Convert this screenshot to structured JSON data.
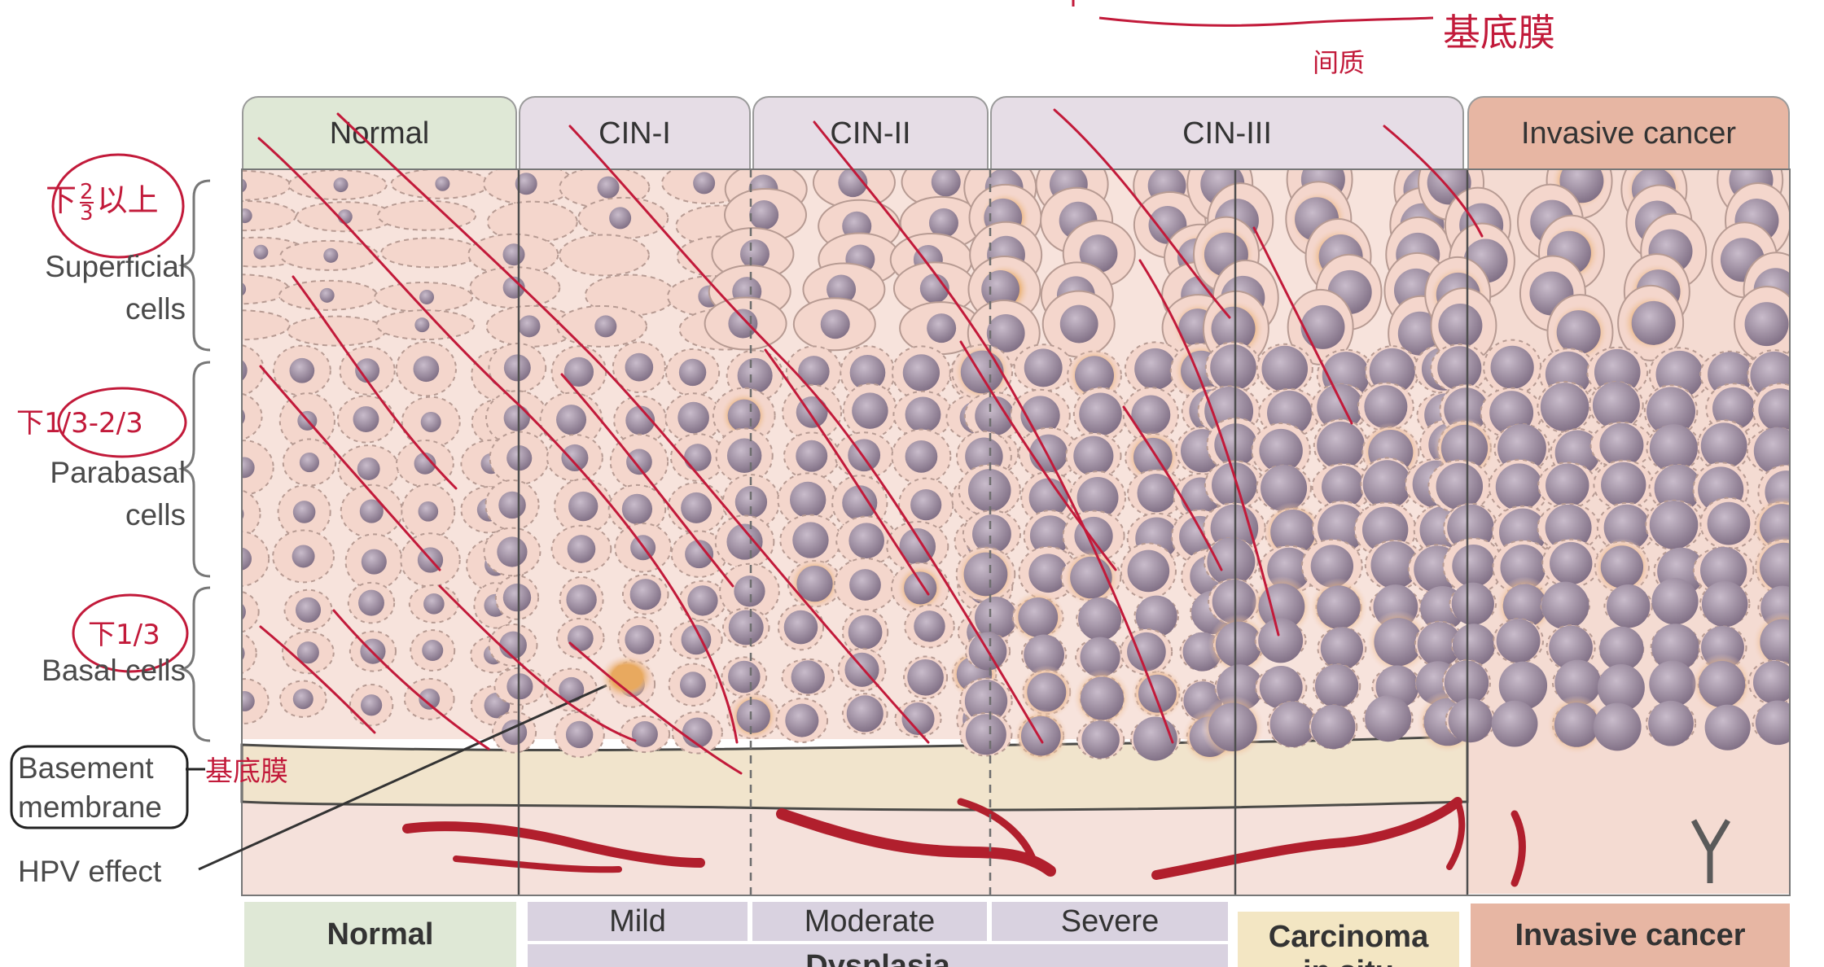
{
  "headers": {
    "normal": "Normal",
    "cin1": "CIN-I",
    "cin2": "CIN-II",
    "cin3": "CIN-III",
    "invasive": "Invasive cancer"
  },
  "left_labels": {
    "superficial_1": "Superficial",
    "superficial_2": "cells",
    "parabasal_1": "Parabasal",
    "parabasal_2": "cells",
    "basal": "Basal cells",
    "basement_1": "Basement",
    "basement_2": "membrane",
    "hpv": "HPV effect"
  },
  "footer": {
    "normal": "Normal",
    "mild": "Mild",
    "moderate": "Moderate",
    "severe": "Severe",
    "dysplasia": "Dysplasia",
    "carcinoma": "Carcinoma",
    "carcinoma_2": "in situ",
    "invasive": "Invasive cancer"
  },
  "annotations": {
    "basement_note": "基底膜",
    "top_note": "基底膜",
    "top_small_note": "间质",
    "superficial_note_1": "下",
    "superficial_note_2": "2",
    "superficial_note_3": "3",
    "superficial_note_4": "以上",
    "parabasal_note": "下1/3-2/3",
    "basal_note": "下1/3"
  },
  "colors": {
    "header_normal": "#dfe8d6",
    "header_cin": "#e6dde6",
    "header_invasive": "#e7b6a3",
    "cell_fill": "#f4d6cc",
    "nucleus": "#8f7e92",
    "vessel": "#b11f2d",
    "membrane": "#f1e4cc",
    "pen_ink": "#c21a3a",
    "footer_cin": "#d9d2e0",
    "footer_carcinoma": "#f3e6c3",
    "footer_invasive": "#e7b6a3"
  }
}
